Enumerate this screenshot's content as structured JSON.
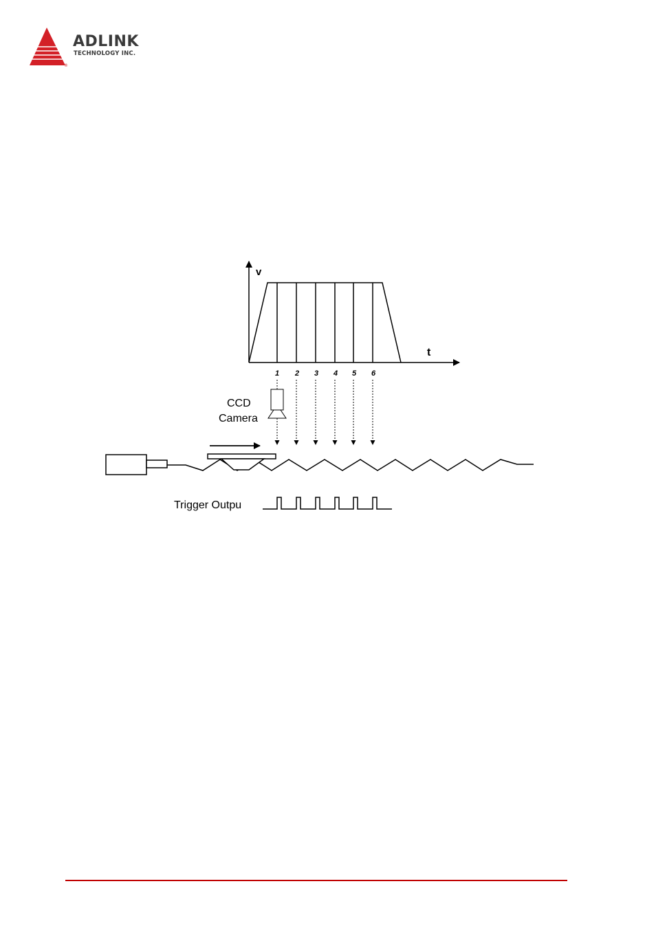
{
  "header": {
    "brand_name": "ADLINK",
    "brand_sub": "TECHNOLOGY INC.",
    "brand_color": "#d32027",
    "text_color": "#3a3a3a"
  },
  "diagram": {
    "v_axis_label": "v",
    "t_axis_label": "t",
    "trigger_numbers": [
      "1",
      "2",
      "3",
      "4",
      "5",
      "6"
    ],
    "camera_label_line1": "CCD",
    "camera_label_line2": "Camera",
    "trigger_output_label": "Trigger Outpu"
  },
  "footer": {
    "rule_color": "#c00000"
  }
}
